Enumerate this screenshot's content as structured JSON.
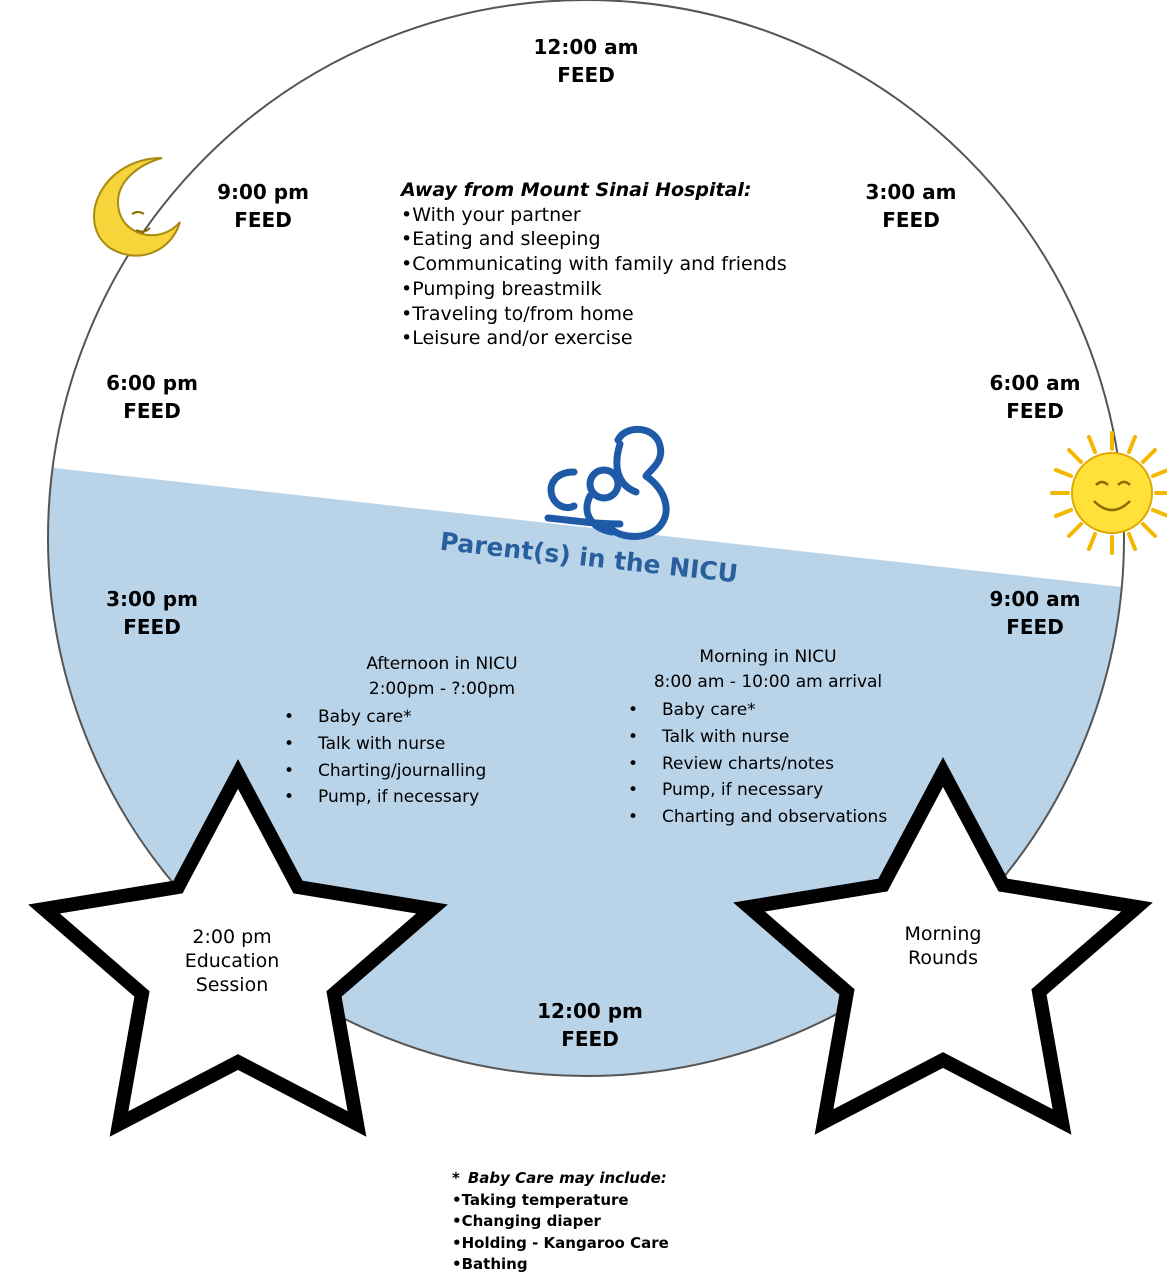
{
  "times": {
    "t12am": {
      "time": "12:00 am",
      "label": "FEED"
    },
    "t3am": {
      "time": "3:00 am",
      "label": "FEED"
    },
    "t6am": {
      "time": "6:00 am",
      "label": "FEED"
    },
    "t9am": {
      "time": "9:00 am",
      "label": "FEED"
    },
    "t12pm": {
      "time": "12:00 pm",
      "label": "FEED"
    },
    "t3pm": {
      "time": "3:00 pm",
      "label": "FEED"
    },
    "t6pm": {
      "time": "6:00 pm",
      "label": "FEED"
    },
    "t9pm": {
      "time": "9:00 pm",
      "label": "FEED"
    }
  },
  "away": {
    "heading": "Away from Mount Sinai Hospital:",
    "items": [
      "With your partner",
      "Eating and sleeping",
      "Communicating with family and friends",
      "Pumping breastmilk",
      "Traveling to/from home",
      "Leisure and/or exercise"
    ]
  },
  "nicu_label": "Parent(s) in the NICU",
  "afternoon": {
    "title": "Afternoon in NICU",
    "hours": "2:00pm - ?:00pm",
    "items": [
      "Baby care*",
      "Talk with nurse",
      "Charting/journalling",
      "Pump, if necessary"
    ]
  },
  "morning": {
    "title": "Morning in NICU",
    "hours": "8:00 am - 10:00 am arrival",
    "items": [
      "Baby care*",
      "Talk with nurse",
      "Review charts/notes",
      "Pump, if necessary",
      "Charting and observations"
    ]
  },
  "stars": {
    "education": {
      "line1": "2:00 pm",
      "line2": "Education",
      "line3": "Session"
    },
    "rounds": {
      "line1": "Morning",
      "line2": "Rounds"
    }
  },
  "footnote": {
    "asterisk": "*",
    "heading": "Baby Care may include:",
    "items": [
      "Taking temperature",
      "Changing diaper",
      "Holding - Kangaroo Care",
      "Bathing"
    ]
  },
  "colors": {
    "nicu_fill": "#b9d3e8",
    "logo_blue": "#1e5aa8",
    "nicu_text": "#2a5f9e",
    "sun": "#ffe13a",
    "moon": "#f7d43a"
  }
}
